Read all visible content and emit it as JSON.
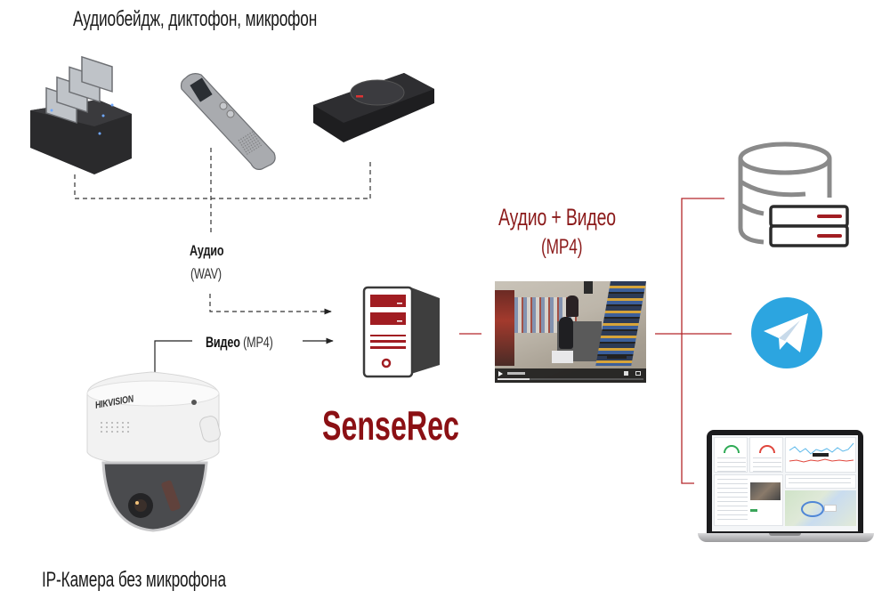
{
  "diagram": {
    "title": "SenseRec audio/video recording pipeline",
    "colors": {
      "accent": "#8b1014",
      "text": "#1a1a1a",
      "connector_red": "#b3262a",
      "connector_dark": "#222222",
      "telegram_blue": "#2ca5e0"
    },
    "sources": {
      "heading": "Аудиобейдж, диктофон, микрофон",
      "devices": [
        {
          "name": "audio-badge-dock",
          "icon": "badge-charging-dock-icon"
        },
        {
          "name": "voice-recorder",
          "icon": "dictaphone-icon"
        },
        {
          "name": "table-microphone",
          "icon": "microphone-pad-icon"
        }
      ]
    },
    "camera": {
      "caption": "IP-Камера без микрофона",
      "brand_mark": "HIKVISION"
    },
    "links": {
      "audio": {
        "label": "Аудио",
        "format": "(WAV)",
        "style": "dashed"
      },
      "video": {
        "label": "Видео",
        "format": "(MP4)",
        "style": "solid"
      }
    },
    "hub": {
      "name": "SenseRec",
      "icon": "server-tower-icon"
    },
    "output": {
      "label": "Аудио + Видео",
      "format": "(MP4)",
      "preview": "video-player-thumbnail"
    },
    "destinations": [
      {
        "name": "storage",
        "icon": "database-server-icon"
      },
      {
        "name": "telegram",
        "icon": "telegram-icon"
      },
      {
        "name": "web-dashboard",
        "icon": "laptop-dashboard-icon"
      }
    ]
  }
}
